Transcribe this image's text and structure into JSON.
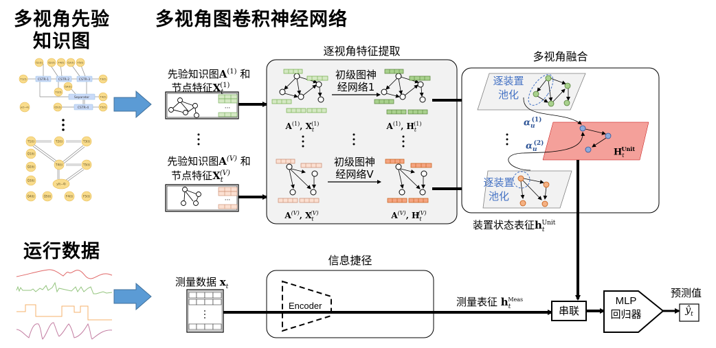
{
  "titles": {
    "prior_kg": [
      "多视角先验",
      "知识图"
    ],
    "mvgcn": "多视角图卷积神经网络",
    "operating_data": "运行数据"
  },
  "prior_graph_view1": {
    "units": [
      "CSTR-1",
      "CSTR-2",
      "CSTR-3",
      "Separator",
      "CSTR-4"
    ],
    "nodes": [
      "Q̇1(t)",
      "Q̇2(t)",
      "F4(t)",
      "Q̇3(t)",
      "F5(t)",
      "T1(t)",
      "T2(t)",
      "Q̇4(t)",
      "T3(t)",
      "T4(t)",
      "y(t−4)",
      "Q̇5(t)",
      "T5(t)"
    ]
  },
  "prior_graph_viewV": {
    "nodes": [
      "T1(t)",
      "T2(t)",
      "T3(t)",
      "Q̇1(t)",
      "T4(t)",
      "T5(t)",
      "Q̇2(t)",
      "Q̇3(t)",
      "y(t−4)",
      "Q̇4(t)",
      "Q̇5(t)",
      "F4(t)",
      "F5(t)"
    ]
  },
  "inputs": {
    "view1": {
      "line1": "先验知识图",
      "sym1": "A",
      "sup1": "(1)",
      "join": " 和",
      "line2": "节点特征",
      "sym2": "X",
      "sub2": "t",
      "sup2": "(1)"
    },
    "viewV": {
      "line1": "先验知识图",
      "sym1": "A",
      "sup1": "(V)",
      "join": " 和",
      "line2": "节点特征",
      "sym2": "X",
      "sub2": "t",
      "sup2": "(V)"
    },
    "ellipsis": "⋮"
  },
  "per_view": {
    "title": "逐视角特征提取",
    "gnn1": [
      "初级图神",
      "经网络1"
    ],
    "gnnV": [
      "初级图神",
      "经网络V"
    ],
    "in1": {
      "a": "A",
      "asup": "(1)",
      "x": "X",
      "xsub": "t",
      "xsup": "(1)"
    },
    "out1": {
      "a": "A",
      "asup": "(1)",
      "x": "H",
      "xsub": "t",
      "xsup": "(1)"
    },
    "inV": {
      "a": "A",
      "asup": "(V)",
      "x": "X",
      "xsub": "t",
      "xsup": "(V)"
    },
    "outV": {
      "a": "A",
      "asup": "(V)",
      "x": "H",
      "xsub": "t",
      "xsup": "(V)"
    },
    "colors": {
      "green_fill": "#d5e8c4",
      "green_stroke": "#70ad47",
      "peach_fill": "#fbe0d2",
      "orange_fill": "#f4a582",
      "orange_stroke": "#c55a11"
    }
  },
  "fusion": {
    "title": "多视角融合",
    "pool1": [
      "逐装置",
      "池化"
    ],
    "poolV": [
      "逐装置",
      "池化"
    ],
    "alpha1": {
      "sym": "α",
      "sub": "u",
      "sup": "(1)"
    },
    "alpha2": {
      "sym": "α",
      "sub": "u",
      "sup": "(2)"
    },
    "unit_label": {
      "sym": "H",
      "sub": "t",
      "sup": "Unit"
    },
    "unit_state": {
      "text": "装置状态表征",
      "sym": "h",
      "sub": "t",
      "sup": "Unit"
    },
    "colors": {
      "unit_plane": "#f4a09a",
      "plane": "#f2f2f2",
      "node_blue": "#8eaadb",
      "node_green": "#a9d18e",
      "node_orange": "#f4b183",
      "label_blue": "#4472c4"
    }
  },
  "measurement": {
    "label": "测量数据",
    "sym": "x",
    "sub": "t",
    "series_colors": [
      "#e06666",
      "#93c47d",
      "#f6b26b",
      "#c27ba0"
    ]
  },
  "shortcut": {
    "title": "信息捷径",
    "encoder": "Encoder"
  },
  "meas_repr": {
    "text": "测量表征 ",
    "sym": "h",
    "sub": "t",
    "sup": "Meas"
  },
  "concat": "串联",
  "mlp": [
    "MLP",
    "回归器"
  ],
  "prediction": {
    "title": "预测值",
    "sym": "ŷ",
    "sub": "t"
  },
  "colors": {
    "big_arrow": "#5b9bd5",
    "big_arrow_stroke": "#41719c",
    "panel_bg": "#f2f2f2"
  }
}
